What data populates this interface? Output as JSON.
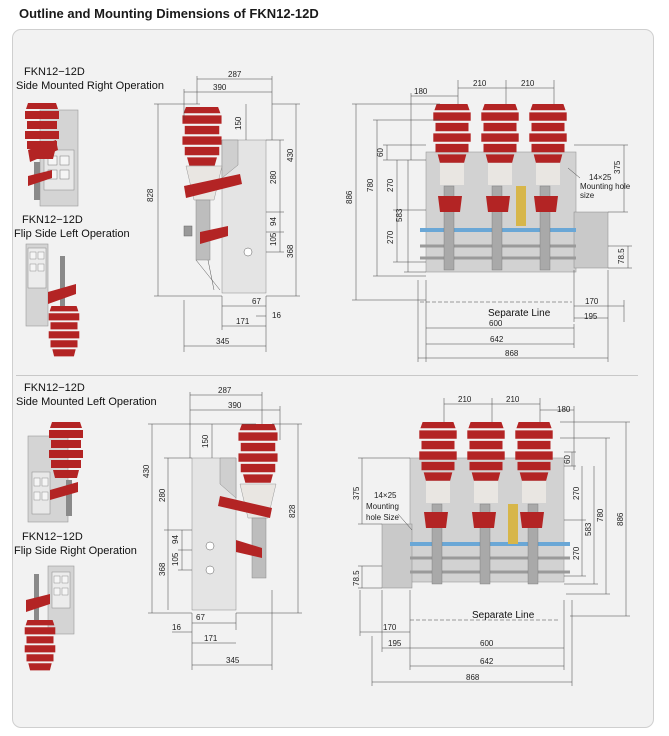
{
  "page": {
    "title": "Outline and Mounting Dimensions of FKN12-12D"
  },
  "top": {
    "variant_a": {
      "model": "FKN12−12D",
      "label": "Side Mounted Right Operation"
    },
    "variant_b": {
      "model": "FKN12−12D",
      "label": "Flip Side Left Operation"
    },
    "side_dims": {
      "d287": "287",
      "d390": "390",
      "d150": "150",
      "d430": "430",
      "d828": "828",
      "d280": "280",
      "d94": "94",
      "d105": "105",
      "d368": "368",
      "d67": "67",
      "d171": "171",
      "d16": "16",
      "d345": "345"
    },
    "front_dims": {
      "d180": "180",
      "d210a": "210",
      "d210b": "210",
      "d60": "60",
      "d375": "375",
      "d270a": "270",
      "d583": "583",
      "d780": "780",
      "d886": "886",
      "d270b": "270",
      "d78_5": "78.5",
      "d170": "170",
      "d195": "195",
      "d600": "600",
      "d642": "642",
      "d868": "868"
    },
    "hole_note": {
      "size": "14×25",
      "line1": "Mounting hole",
      "line2": "size"
    },
    "separate_line": "Separate Line"
  },
  "bottom": {
    "variant_a": {
      "model": "FKN12−12D",
      "label": "Side Mounted Left Operation"
    },
    "variant_b": {
      "model": "FKN12−12D",
      "label": "Flip Side Right Operation"
    },
    "side_dims": {
      "d287": "287",
      "d390": "390",
      "d150": "150",
      "d430": "430",
      "d828": "828",
      "d280": "280",
      "d94": "94",
      "d105": "105",
      "d368": "368",
      "d67": "67",
      "d171": "171",
      "d16": "16",
      "d345": "345"
    },
    "front_dims": {
      "d210a": "210",
      "d210b": "210",
      "d180": "180",
      "d60": "60",
      "d375": "375",
      "d270a": "270",
      "d583": "583",
      "d780": "780",
      "d886": "886",
      "d270b": "270",
      "d78_5": "78.5",
      "d170": "170",
      "d195": "195",
      "d600": "600",
      "d642": "642",
      "d868": "868"
    },
    "hole_note": {
      "size": "14×25",
      "line1": "Mounting",
      "line2": "hole Size"
    },
    "separate_line": "Separate Line"
  },
  "colors": {
    "insulator": "#b32424",
    "insulator_dark": "#7e1414",
    "frame": "#d2d2d2",
    "rod": "#6aa7d6",
    "spring": "#d7b64a"
  }
}
